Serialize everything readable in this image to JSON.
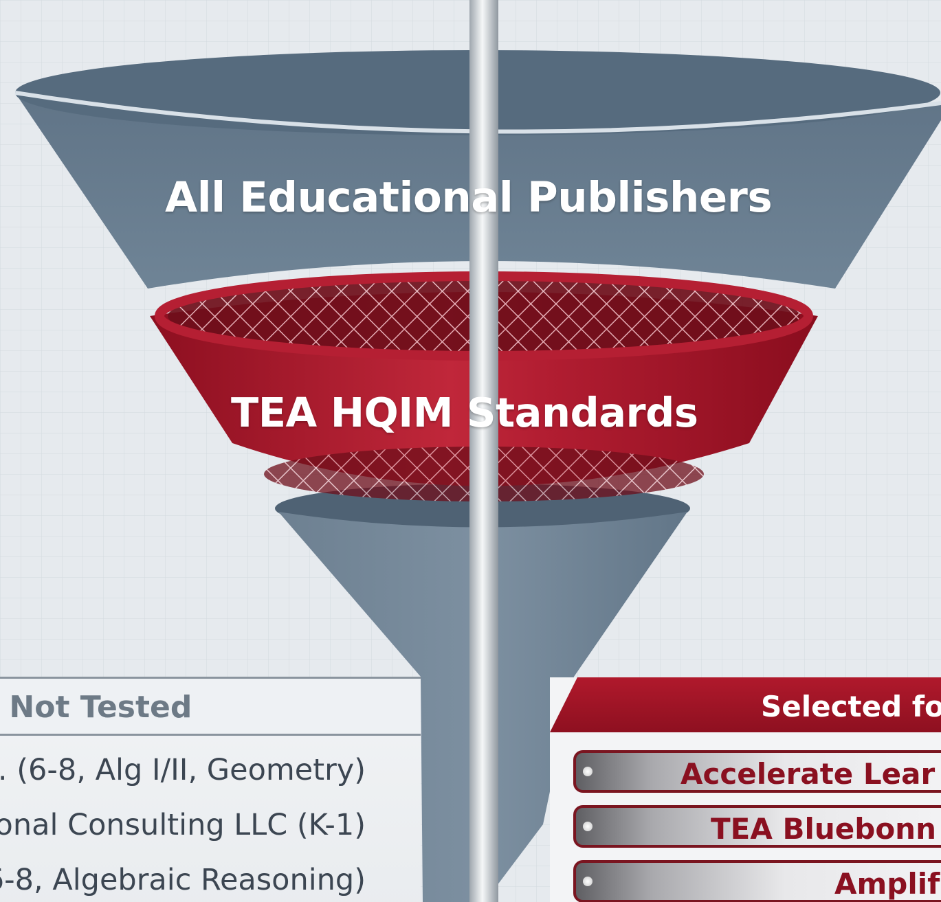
{
  "funnel": {
    "top_label": "All Educational Publishers",
    "filter_label": "TEA HQIM Standards"
  },
  "left_panel": {
    "title": "/ Not Tested",
    "items": [
      ". (6-8, Alg I/II, Geometry)",
      "onal Consulting LLC (K-1)",
      "6-8, Algebraic Reasoning)"
    ]
  },
  "right_panel": {
    "title": "Selected fo",
    "items": [
      "Accelerate Lear",
      "TEA Bluebonn",
      "Amplif"
    ]
  },
  "colors": {
    "funnel_slate": "#5f7385",
    "filter_red": "#a3162a",
    "pole_silver": "#c9ced3",
    "background": "#e6eaee",
    "panel_text_muted": "#6d7a86",
    "selected_text": "#8a1020"
  }
}
